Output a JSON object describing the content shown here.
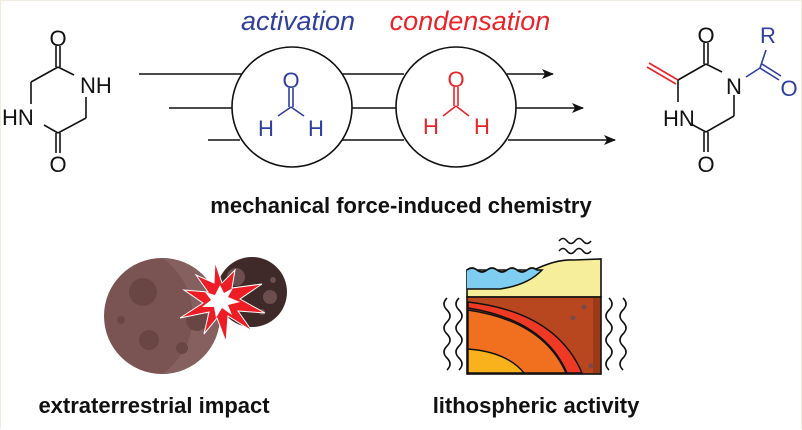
{
  "figure": {
    "stage_labels": {
      "activation": "activation",
      "condensation": "condensation"
    },
    "reactant": {
      "name": "diketopiperazine",
      "atoms": {
        "o_top": "O",
        "o_bottom": "O",
        "nh_right": "NH",
        "hn_left": "HN"
      }
    },
    "reagent_activation": {
      "name": "formaldehyde",
      "atoms": {
        "o": "O",
        "h_left": "H",
        "h_right": "H"
      }
    },
    "reagent_condensation": {
      "name": "formaldehyde",
      "atoms": {
        "o": "O",
        "h_left": "H",
        "h_right": "H"
      }
    },
    "product": {
      "name": "N-acyl dehydro-diketopiperazine",
      "atoms": {
        "o_top": "O",
        "o_bottom": "O",
        "n": "N",
        "hn": "HN",
        "r": "R",
        "o_acyl": "O"
      }
    },
    "mechanism_caption": "mechanical force-induced chemistry",
    "scenarios": [
      {
        "id": "impact",
        "icon": "asteroid-impact-icon",
        "label": "extraterrestrial impact"
      },
      {
        "id": "litho",
        "icon": "lithosphere-icon",
        "label": "lithospheric activity"
      }
    ],
    "colors": {
      "activation": "#2e3f9e",
      "condensation": "#e8242a",
      "ink": "#111111",
      "planet_large": "#7a5452",
      "planet_small": "#3f2a29",
      "explosion": "#ee1c24",
      "water": "#7fcdf0",
      "sand": "#f7ee9c",
      "crust": "#b8461f",
      "mantle": "#f07020",
      "core": "#f9b21c"
    }
  }
}
